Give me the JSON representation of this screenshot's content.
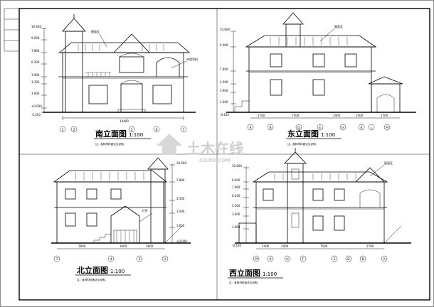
{
  "sheet": {
    "watermark": {
      "main": "土木在线",
      "sub": "COI88.COM"
    }
  },
  "views": {
    "south": {
      "title": "南立面图",
      "scale": "1:100",
      "note": "注：各种材料做法见说明。"
    },
    "east": {
      "title": "东立面图",
      "scale": "1:100",
      "note": "注：各种材料做法见说明。"
    },
    "north": {
      "title": "北立面图",
      "scale": "1:100",
      "note": "注：各种材料做法见说明。"
    },
    "west": {
      "title": "西立面图",
      "scale": "1:100",
      "note": "注：各种材料做法见说明。"
    }
  },
  "elevations": {
    "south": [
      "10.600",
      "9.000",
      "7.800",
      "6.200",
      "3.900",
      "3.300",
      "1.600",
      "±0.000",
      "-0.450"
    ],
    "east": [
      "10.600",
      "9.000",
      "7.800",
      "4.500",
      "3.900",
      "1.600",
      "-0.450"
    ],
    "north": [
      "10.600",
      "7.800",
      "4.500",
      "3.000",
      "1.600",
      "±0.000"
    ],
    "west": [
      "10.600",
      "9.000",
      "7.800",
      "6.200",
      "4.500",
      "3.900",
      "1.600",
      "-0.450"
    ]
  },
  "dimensions": {
    "south_total": "14400",
    "east": [
      "2700",
      "7500",
      "2400",
      "2400",
      "2700"
    ],
    "north": [
      "7800",
      "3600",
      "3600"
    ],
    "west": [
      "2400",
      "2400",
      "7500",
      "2700"
    ]
  },
  "axes": {
    "south": [
      "1",
      "2",
      "3",
      "6",
      "7"
    ],
    "east": [
      "A",
      "B",
      "D",
      "E",
      "H",
      "K",
      "L",
      "M"
    ],
    "north": [
      "7",
      "4",
      "3",
      "1"
    ],
    "west": [
      "M",
      "K",
      "H",
      "F",
      "E",
      "D",
      "B",
      "A"
    ]
  },
  "callouts": {
    "roof": "屋面瓦",
    "wall": "外墙涂料",
    "railing": "栏杆"
  }
}
